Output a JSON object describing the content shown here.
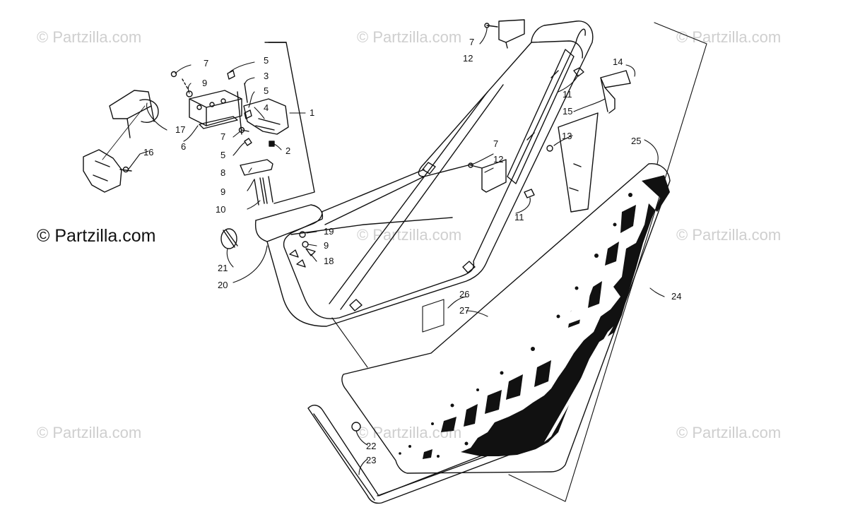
{
  "watermark": {
    "text": "© Partzilla.com"
  },
  "brand": {
    "text": "© Partzilla.com"
  },
  "callouts": {
    "c1": "1",
    "c2": "2",
    "c3": "3",
    "c4": "4",
    "c5a": "5",
    "c5b": "5",
    "c5c": "5",
    "c6": "6",
    "c7a": "7",
    "c7b": "7",
    "c7c": "7",
    "c7d": "7",
    "c8": "8",
    "c9a": "9",
    "c9b": "9",
    "c9c": "9",
    "c10": "10",
    "c11a": "11",
    "c11b": "11",
    "c12a": "12",
    "c12b": "12",
    "c13": "13",
    "c14": "14",
    "c15": "15",
    "c16": "16",
    "c17": "17",
    "c18": "18",
    "c19": "19",
    "c20": "20",
    "c21": "21",
    "c22": "22",
    "c23": "23",
    "c24": "24",
    "c25": "25",
    "c26": "26",
    "c27": "27"
  }
}
